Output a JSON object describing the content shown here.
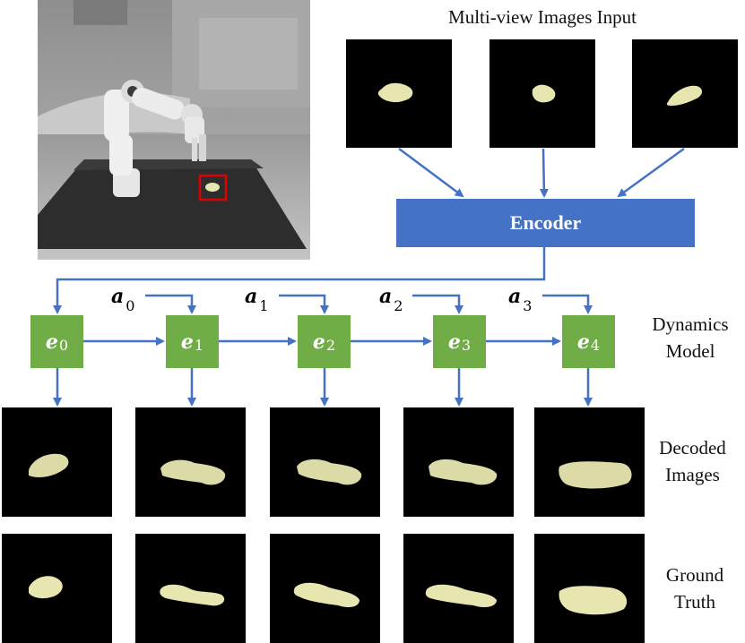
{
  "header": {
    "input_label": "Multi-view Images Input"
  },
  "encoder": {
    "label": "Encoder"
  },
  "dynamics": {
    "label_line1": "Dynamics",
    "label_line2": "Model"
  },
  "decoded": {
    "label_line1": "Decoded",
    "label_line2": "Images"
  },
  "ground_truth": {
    "label_line1": "Ground",
    "label_line2": "Truth"
  },
  "latents": [
    {
      "symbol": "e",
      "index": "0"
    },
    {
      "symbol": "e",
      "index": "1"
    },
    {
      "symbol": "e",
      "index": "2"
    },
    {
      "symbol": "e",
      "index": "3"
    },
    {
      "symbol": "e",
      "index": "4"
    }
  ],
  "actions": [
    {
      "symbol": "a",
      "index": "0"
    },
    {
      "symbol": "a",
      "index": "1"
    },
    {
      "symbol": "a",
      "index": "2"
    },
    {
      "symbol": "a",
      "index": "3"
    }
  ],
  "colors": {
    "encoder": "#4472c4",
    "node": "#70ad47",
    "arrow": "#4472c4",
    "highlight": "#e00000",
    "dough": "#e8e6b0"
  }
}
